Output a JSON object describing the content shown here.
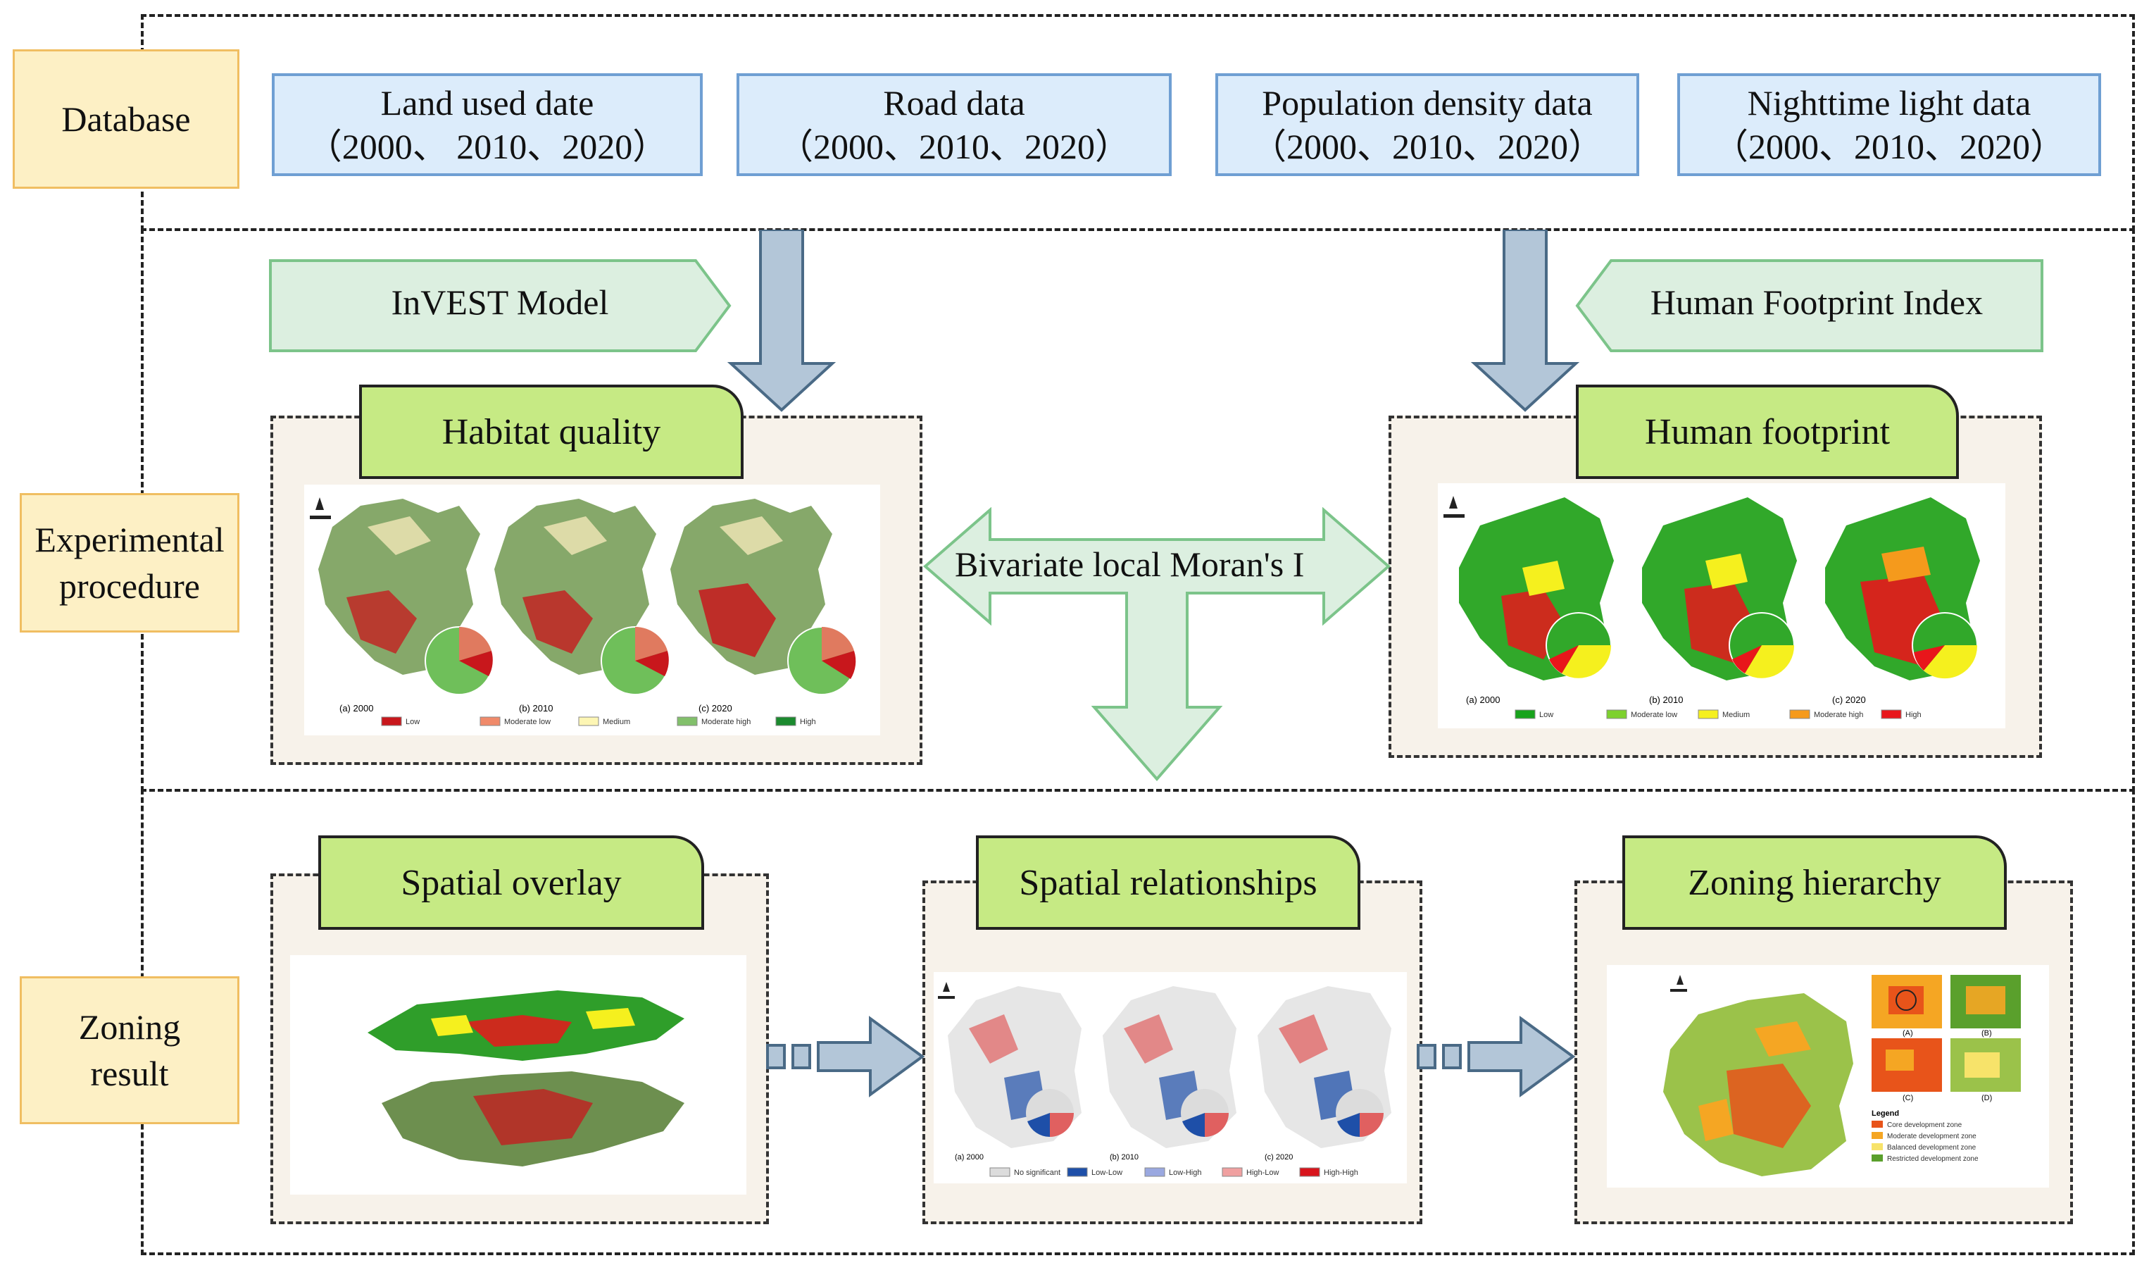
{
  "rows": {
    "database": "Database",
    "experimental_line1": "Experimental",
    "experimental_line2": "procedure",
    "zoning_line1": "Zoning",
    "zoning_line2": "result"
  },
  "data_sources": [
    {
      "title": "Land used date",
      "years": "（2000、 2010、2020）"
    },
    {
      "title": "Road data",
      "years": "（2000、2010、2020）"
    },
    {
      "title": "Population density data",
      "years": "（2000、2010、2020）"
    },
    {
      "title": "Nighttime light data",
      "years": "（2000、2010、2020）"
    }
  ],
  "models": {
    "invest": "InVEST Model",
    "hfi": "Human Footprint Index"
  },
  "panels": {
    "habitat": "Habitat quality",
    "human": "Human footprint",
    "overlay": "Spatial overlay",
    "relationships": "Spatial relationships",
    "hierarchy": "Zoning hierarchy"
  },
  "center_label": "Bivariate local Moran's I",
  "habitat_map": {
    "years": [
      "(a) 2000",
      "(b) 2010",
      "(c) 2020"
    ],
    "legend": [
      "Low",
      "Moderate low",
      "Medium",
      "Moderate high",
      "High"
    ],
    "legend_colors": [
      "#c8171c",
      "#f08a6a",
      "#fdf6b4",
      "#82c06b",
      "#1b8a2e"
    ]
  },
  "human_map": {
    "years": [
      "(a) 2000",
      "(b) 2010",
      "(c) 2020"
    ],
    "legend": [
      "Low",
      "Moderate low",
      "Medium",
      "Moderate high",
      "High"
    ],
    "legend_colors": [
      "#17a31c",
      "#7dd12e",
      "#f5f01e",
      "#f59a1c",
      "#e8161b"
    ]
  },
  "relationship_map": {
    "years": [
      "(a) 2000",
      "(b) 2010",
      "(c) 2020"
    ],
    "legend": [
      "No significant",
      "Low-Low",
      "Low-High",
      "High-Low",
      "High-High"
    ],
    "legend_colors": [
      "#dcdcdc",
      "#1e4fa8",
      "#9aa8e0",
      "#f0a0a0",
      "#d8141c"
    ]
  },
  "hierarchy_map": {
    "insets": [
      "(A)",
      "(B)",
      "(C)",
      "(D)"
    ],
    "legend_title": "Legend",
    "legend": [
      "Core development zone",
      "Moderate development zone",
      "Balanced development zone",
      "Restricted development zone"
    ],
    "legend_colors": [
      "#e8541a",
      "#f5a623",
      "#f7e36a",
      "#5aa02c"
    ]
  }
}
